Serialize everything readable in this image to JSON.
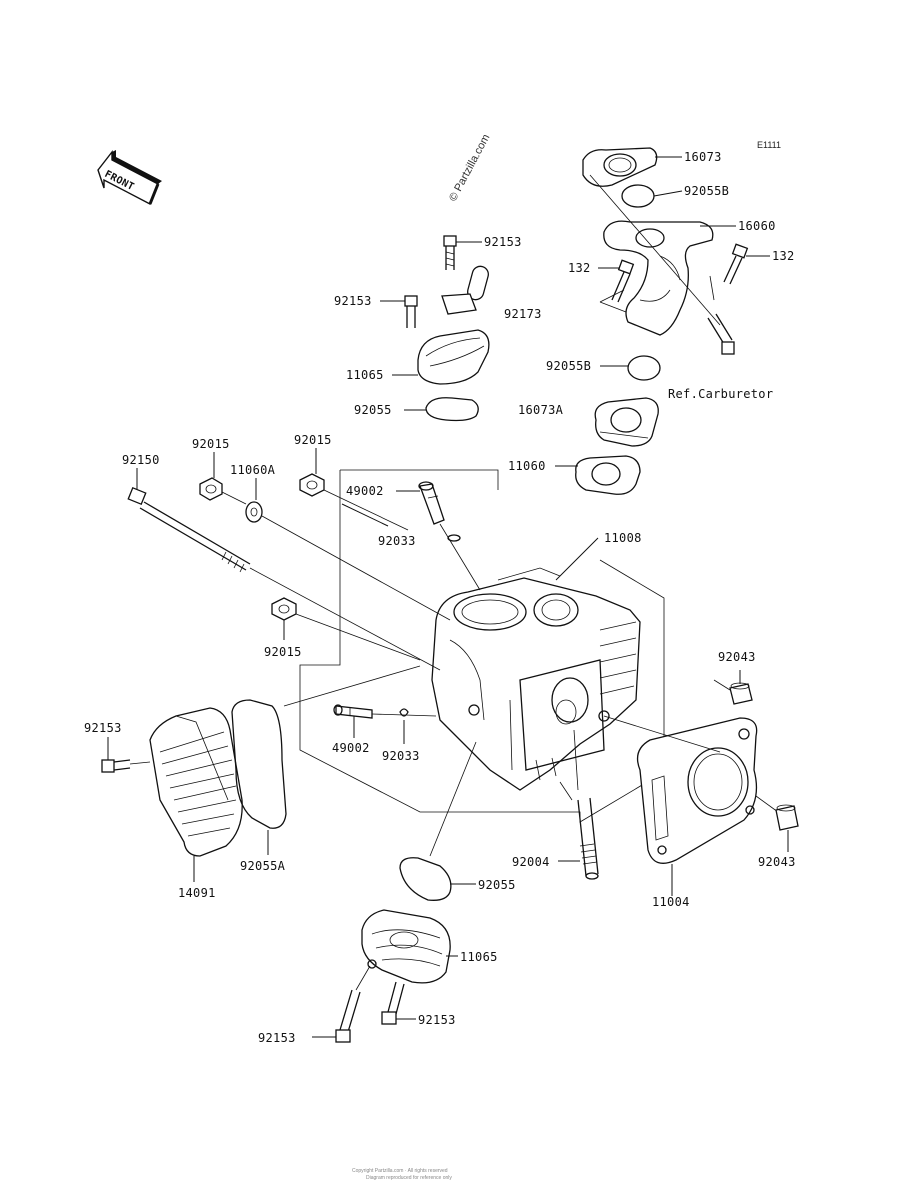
{
  "diagram": {
    "code": "E1111",
    "front_label": "FRONT",
    "watermark": "© Partzilla.com",
    "reference": "Ref.Carburetor",
    "footer_line1": "Copyright Partzilla.com · All rights reserved",
    "footer_line2": "Diagram reproduced for reference only",
    "labels": {
      "l16073": "16073",
      "l92055B_top": "92055B",
      "l16060": "16060",
      "l132_left": "132",
      "l132_right": "132",
      "l92153_top": "92153",
      "l92153_left": "92153",
      "l92173": "92173",
      "l11065_top": "11065",
      "l92055_top": "92055",
      "l92055B_mid": "92055B",
      "l16073A": "16073A",
      "l11060": "11060",
      "l92150": "92150",
      "l92015_a": "92015",
      "l11060A": "11060A",
      "l92015_b": "92015",
      "l49002_top": "49002",
      "l92033_top": "92033",
      "l11008": "11008",
      "l92015_c": "92015",
      "l92043_top": "92043",
      "l92153_mid": "92153",
      "l49002_bot": "49002",
      "l92033_bot": "92033",
      "l92004": "92004",
      "l92043_bot": "92043",
      "l92055A": "92055A",
      "l14091": "14091",
      "l92055_bot": "92055",
      "l11004": "11004",
      "l11065_bot": "11065",
      "l92153_botL": "92153",
      "l92153_botR": "92153"
    }
  }
}
